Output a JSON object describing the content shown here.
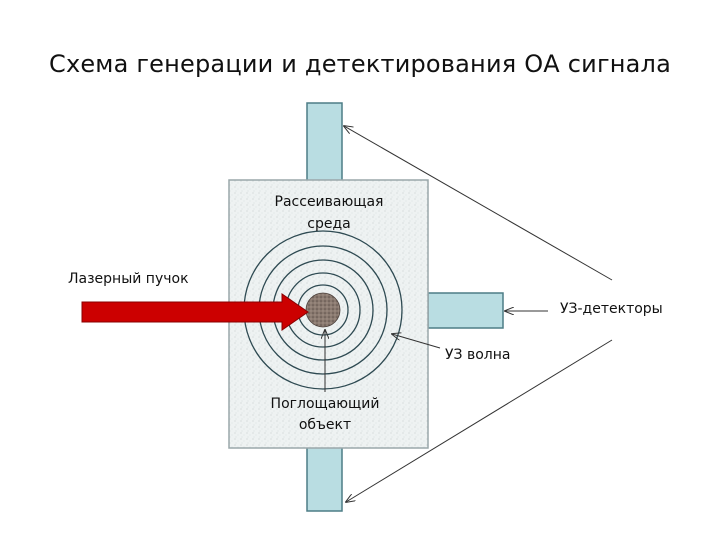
{
  "title": "Схема генерации и детектирования ОА сигнала",
  "labels": {
    "medium_line1": "Рассеивающая",
    "medium_line2": "среда",
    "laser": "Лазерный пучок",
    "detectors": "УЗ-детекторы",
    "wave": "УЗ волна",
    "object_line1": "Поглощающий",
    "object_line2": "объект"
  },
  "colors": {
    "detector_fill": "#b9dde2",
    "detector_stroke": "#4d7d86",
    "medium_fill": "#eaf0f0",
    "medium_stroke": "#9aa7aa",
    "laser": "#cc0000",
    "object": "#7a6a62",
    "rings": "#2e4a52"
  }
}
